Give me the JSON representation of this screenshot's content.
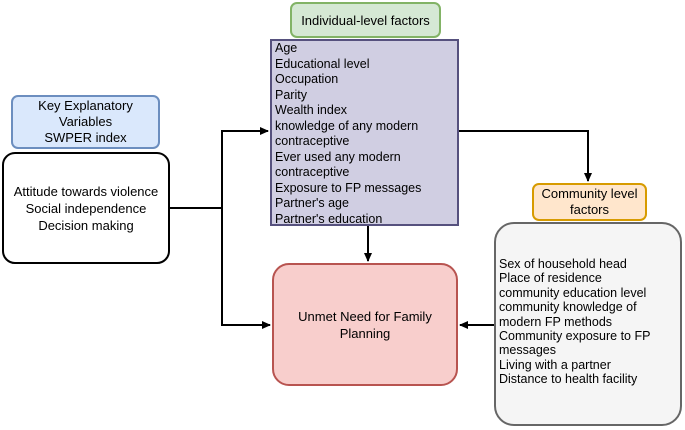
{
  "individual": {
    "title": "Individual-level factors",
    "items": [
      "Age",
      "Educational level",
      "Occupation",
      "Parity",
      "Wealth index",
      "knowledge of any modern",
      "contraceptive",
      "Ever used any modern",
      "contraceptive",
      "Exposure to FP messages",
      "Partner's age",
      "Partner's education"
    ]
  },
  "key": {
    "title_lines": [
      "Key Explanatory",
      "Variables",
      "SWPER index"
    ],
    "items": [
      "Attitude towards violence",
      "Social independence",
      "Decision making"
    ]
  },
  "community": {
    "title_lines": [
      "Community level",
      "factors"
    ],
    "items": [
      "Sex of household head",
      "Place of residence",
      "community education level",
      "community knowledge of",
      "modern FP methods",
      "Community exposure to FP",
      "messages",
      "Living with a partner",
      "Distance to health facility"
    ]
  },
  "outcome": {
    "lines": [
      "Unmet Need for Family",
      "Planning"
    ]
  },
  "colors": {
    "individual_fill": "#d0cee2",
    "individual_border": "#56517e",
    "community_fill": "#f5f5f5",
    "outcome_fill": "#f8cecc",
    "outcome_border": "#b85450",
    "key_title_fill": "#dae8fc",
    "individual_title_fill": "#d5e8d4",
    "community_title_fill": "#ffe6cc"
  }
}
